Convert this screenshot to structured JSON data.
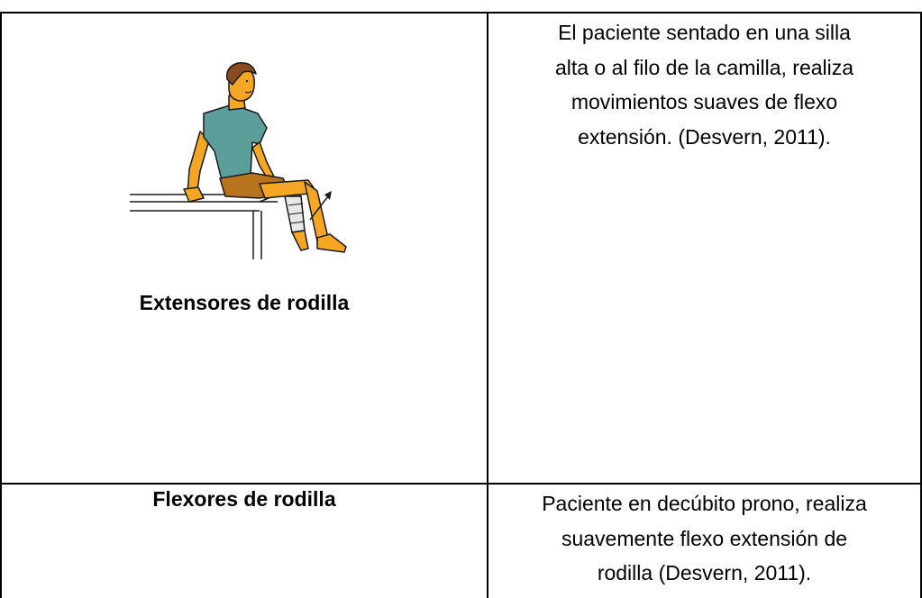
{
  "table": {
    "rows": [
      {
        "label": "Extensores de rodilla",
        "image": "seated-knee-extension-illustration",
        "description_lines": [
          "El paciente sentado en una silla",
          "alta o al filo de la camilla, realiza",
          "movimientos suaves de flexo",
          "extensión. (Desvern, 2011)."
        ]
      },
      {
        "label": "Flexores de rodilla",
        "description_lines": [
          "Paciente en decúbito prono, realiza",
          "suavemente flexo extensión de",
          "rodilla (Desvern, 2011)."
        ]
      }
    ]
  },
  "colors": {
    "border": "#000000",
    "skin": "#F5A623",
    "shirt": "#5B9E9A",
    "shorts": "#B8731E",
    "hair": "#8A4B1E",
    "cast": "#E8E8E8",
    "outline": "#1A1A1A"
  }
}
